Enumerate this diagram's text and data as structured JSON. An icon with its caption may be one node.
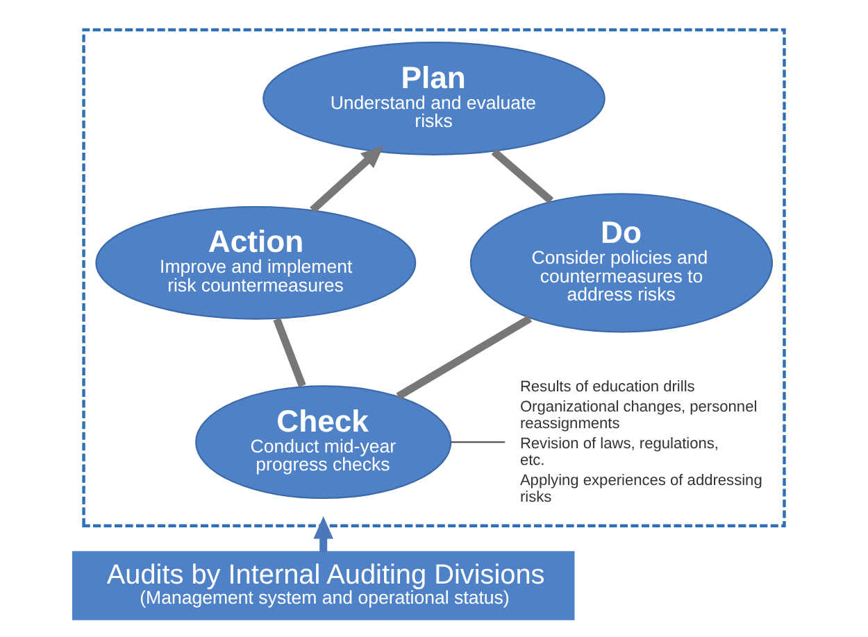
{
  "diagram": {
    "nodes": [
      {
        "text": [],
        "shape": "box"
      },
      {
        "text": [
          "Plan",
          "Understand and evaluate risks"
        ],
        "in": 0
      },
      {
        "text": [
          "Action",
          "Improve and implement risk countermeasures"
        ],
        "in": 0
      },
      {
        "text": [
          "Do",
          "Consider policies and countermeasures to address risks"
        ],
        "in": 0
      },
      {
        "text": [
          "Check",
          "Conduct mid-year progress checks"
        ],
        "in": 0
      },
      {
        "text": [
          "Results of education drills",
          "Organizational changes, personnel reassignments",
          "Revision of laws, regulations, etc.",
          "Applying experiences of addressing risks"
        ],
        "in": 0
      },
      {
        "text": [
          "Audits by Internal Auditing Divisions",
          "(Management system and operational status)"
        ]
      }
    ],
    "edges": [
      {
        "from": 2,
        "to": 1,
        "arrow": "to"
      },
      {
        "from": 1,
        "to": 3,
        "arrow": "none"
      },
      {
        "from": 3,
        "to": 4,
        "arrow": "none"
      },
      {
        "from": 4,
        "to": 2,
        "arrow": "none"
      },
      {
        "from": 4,
        "to": 5,
        "arrow": "none",
        "color": "#555555"
      },
      {
        "from": 6,
        "to": 0,
        "arrow": "to",
        "color": "#4a78bb"
      }
    ]
  }
}
